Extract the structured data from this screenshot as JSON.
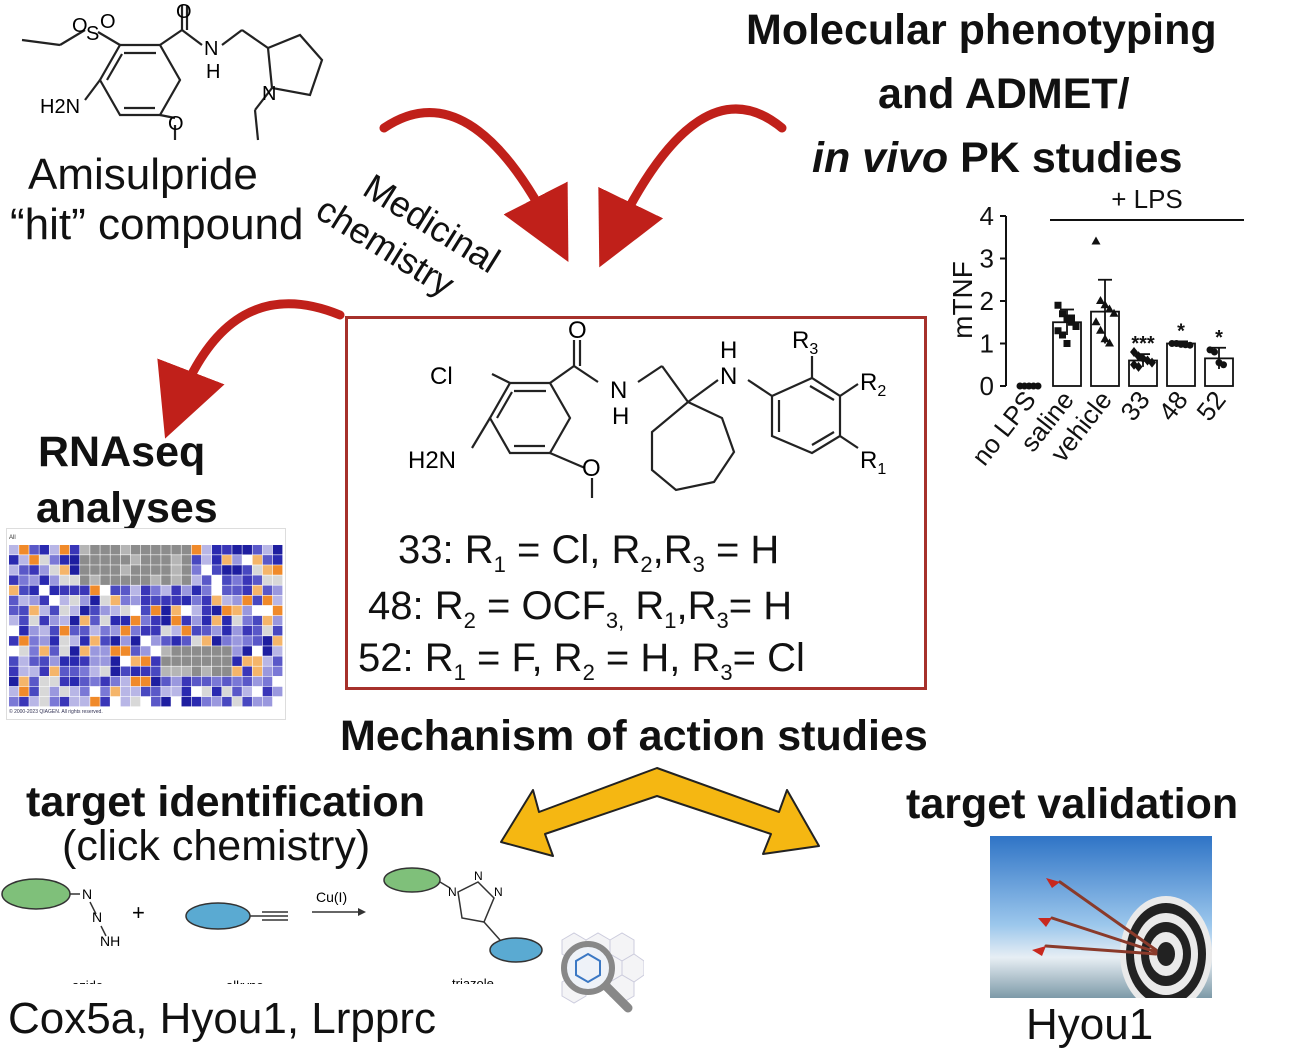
{
  "hit": {
    "line1": "Amisulpride",
    "line2": "“hit” compound"
  },
  "medchem": {
    "line1": "Medicinal",
    "line2": "chemistry"
  },
  "pheno": {
    "line1": "Molecular phenotyping",
    "line2": "and ADMET/",
    "line3_italic": "in vivo",
    "line3_rest": " PK studies"
  },
  "rnaseq": {
    "line1": "RNAseq",
    "line2": "analyses"
  },
  "series": {
    "row1": {
      "id": "33: R",
      "r1": "1",
      "mid": " = Cl, R",
      "s2": "2",
      "comma": ",R",
      "s3": "3",
      "end": " = H"
    },
    "row2": {
      "id": "48: R",
      "r2": "2",
      "mid": " = OCF",
      "s3": "3,",
      "r1lbl": " R",
      "s1": "1",
      "comma": ",R",
      "s3b": "3",
      "end": "= H"
    },
    "row3": {
      "id": "52: R",
      "s1": "1",
      "mid": " = F, R",
      "s2": "2",
      "mid2": " = H, R",
      "s3": "3",
      "end": "= Cl"
    }
  },
  "moa": "Mechanism of action studies",
  "target_id": {
    "line1": "target identification",
    "line2": "(click chemistry)"
  },
  "click": {
    "azide": "azide",
    "alkyne": "alkyne",
    "triazole": "triazole",
    "catalyst": "Cu(I)",
    "plus": "+"
  },
  "targets_found": "Cox5a, Hyou1, Lrpprc",
  "validation": {
    "title": "target validation",
    "target": "Hyou1"
  },
  "struct_labels": {
    "o": "O",
    "s": "S",
    "n": "N",
    "h": "H",
    "nh": "H",
    "h2n": "H2N",
    "cl": "Cl",
    "r1": "R1",
    "r2": "R2",
    "r3": "R3",
    "nh_azide": "NH"
  },
  "treemap": {
    "footer": "© 2000-2023 QIAGEN. All rights reserved.",
    "top": "All"
  },
  "chart_data": {
    "type": "bar",
    "ylabel": "mTNF",
    "ylim": [
      0,
      4
    ],
    "yticks": [
      "0",
      "1",
      "2",
      "3",
      "4"
    ],
    "categories": [
      "no LPS",
      "saline",
      "vehicle",
      "33",
      "48",
      "52"
    ],
    "values": [
      0.0,
      1.5,
      1.75,
      0.6,
      1.0,
      0.65
    ],
    "errors": [
      0.0,
      0.3,
      0.75,
      0.15,
      0.05,
      0.25
    ],
    "significance": [
      "",
      "",
      "",
      "***",
      "*",
      "*"
    ],
    "group_label": "+ LPS",
    "points": [
      [
        0,
        0,
        0,
        0,
        0
      ],
      [
        1.9,
        1.7,
        1.6,
        1.5,
        1.4,
        1.3,
        1.2,
        1.0,
        1.6
      ],
      [
        3.4,
        2.0,
        1.9,
        1.8,
        1.7,
        1.5,
        1.3,
        1.1,
        1.0
      ],
      [
        0.8,
        0.7,
        0.65,
        0.6,
        0.55,
        0.5,
        0.45
      ],
      [
        1.0,
        1.0,
        0.98,
        0.97,
        0.96
      ],
      [
        0.85,
        0.8,
        0.55,
        0.5
      ]
    ]
  }
}
